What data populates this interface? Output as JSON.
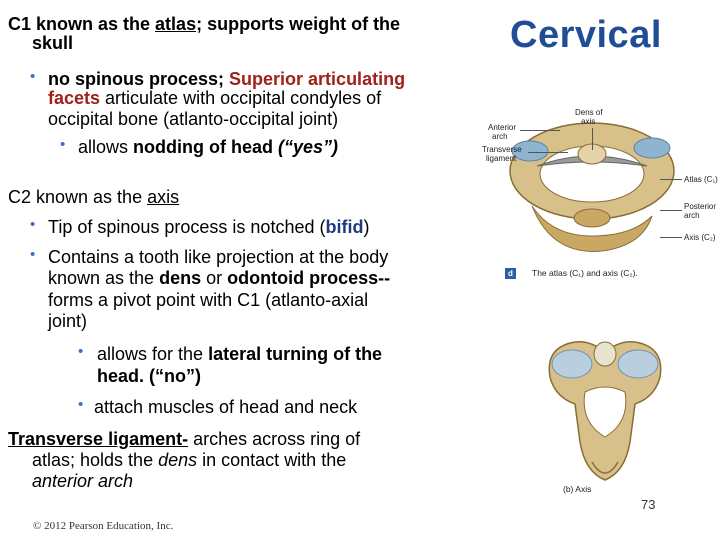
{
  "title": "Cervical",
  "c1": {
    "heading_pre": "C1 known as the ",
    "heading_term": "atlas",
    "heading_post": "; supports weight of the",
    "heading_line2": "skull",
    "b1_part1": "no spinous process; ",
    "b1_part2": "Superior articulating",
    "b1_part3": "facets",
    "b1_part4": " articulate with occipital condyles of",
    "b1_line3": "occipital bone (atlanto-occipital joint)",
    "sub1_part1": "allows ",
    "sub1_part2": "nodding of",
    "sub1_part3": " head ",
    "sub1_part4": "(“yes”)"
  },
  "c2": {
    "heading_pre": "C2 known as the ",
    "heading_term": "axis",
    "b1_part1": "Tip of spinous process is notched (",
    "b1_part2": "bifid",
    "b1_part3": ")",
    "b2_line1": "Contains a tooth like projection at the body",
    "b2_line2_part1": "known as the ",
    "b2_line2_part2": "dens",
    "b2_line2_part3": " or ",
    "b2_line2_part4": "odontoid process--",
    "b2_line3": "forms a pivot point with C1 (atlanto-axial",
    "b2_line4": "joint)",
    "sub1_part1": "allows for the ",
    "sub1_part2": "lateral turning of the",
    "sub1_line2": "head. (“no”)",
    "sub2": " attach muscles of head and neck"
  },
  "ligament": {
    "term": "Transverse ligament-",
    "part1": " arches across ring of",
    "line2_part1": "atlas; holds the ",
    "line2_part2": "dens",
    "line2_part3": " in contact with the",
    "line3": "anterior arch"
  },
  "bullet_glyph": "•",
  "figure": {
    "label_dens_1": "Dens of",
    "label_dens_2": "axis",
    "label_anterior_1": "Anterior",
    "label_anterior_2": "arch",
    "label_transverse_1": "Transverse",
    "label_transverse_2": "ligament",
    "label_atlas": "Atlas (C₁)",
    "label_posterior_1": "Posterior",
    "label_posterior_2": "arch",
    "label_axis": "Axis (C₂)",
    "caption_badge": "d",
    "caption_a": "The atlas (C₁) and axis (C₂).",
    "caption_b": "(b) Axis"
  },
  "page_number": "73",
  "copyright": "© 2012 Pearson Education, Inc.",
  "colors": {
    "title": "#1f4e96",
    "red_term": "#a0201a",
    "navy_term": "#1f3a80",
    "bullet": "#3a6fc4",
    "bone": "#d8c08a",
    "cartilage": "#8fb4cf"
  }
}
